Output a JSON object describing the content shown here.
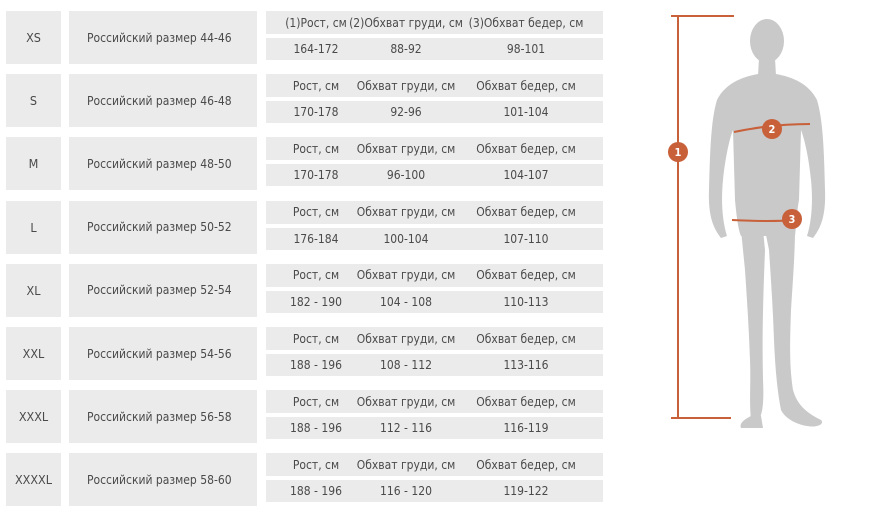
{
  "rows": [
    {
      "size": "XS",
      "ru": "Российский размер 44-46",
      "h1": "(1)Рост, см",
      "h2": "(2)Обхват груди, см",
      "h3": "(3)Обхват бедер, см",
      "v1": "164-172",
      "v2": "88-92",
      "v3": "98-101"
    },
    {
      "size": "S",
      "ru": "Российский размер 46-48",
      "h1": "Рост, см",
      "h2": "Обхват груди, см",
      "h3": "Обхват бедер, см",
      "v1": "170-178",
      "v2": "92-96",
      "v3": "101-104"
    },
    {
      "size": "M",
      "ru": "Российский размер 48-50",
      "h1": "Рост, см",
      "h2": "Обхват груди, см",
      "h3": "Обхват бедер, см",
      "v1": "170-178",
      "v2": "96-100",
      "v3": "104-107"
    },
    {
      "size": "L",
      "ru": "Российский размер 50-52",
      "h1": "Рост, см",
      "h2": "Обхват груди, см",
      "h3": "Обхват бедер, см",
      "v1": "176-184",
      "v2": "100-104",
      "v3": "107-110"
    },
    {
      "size": "XL",
      "ru": "Российский размер 52-54",
      "h1": "Рост, см",
      "h2": "Обхват груди, см",
      "h3": "Обхват бедер, см",
      "v1": "182 - 190",
      "v2": "104 - 108",
      "v3": "110-113"
    },
    {
      "size": "XXL",
      "ru": "Российский размер 54-56",
      "h1": "Рост, см",
      "h2": "Обхват груди, см",
      "h3": "Обхват бедер, см",
      "v1": "188 - 196",
      "v2": "108 - 112",
      "v3": "113-116"
    },
    {
      "size": "XXXL",
      "ru": "Российский размер 56-58",
      "h1": "Рост, см",
      "h2": "Обхват груди, см",
      "h3": "Обхват бедер, см",
      "v1": "188 - 196",
      "v2": "112 - 116",
      "v3": "116-119"
    },
    {
      "size": "XXXXL",
      "ru": "Российский размер 58-60",
      "h1": "Рост, см",
      "h2": "Обхват груди, см",
      "h3": "Обхват бедер, см",
      "v1": "188 - 196",
      "v2": "116 - 120",
      "v3": "119-122"
    }
  ],
  "figure": {
    "markers": [
      "1",
      "2",
      "3"
    ],
    "accent_color": "#c8603a",
    "silhouette_color": "#c9c9c9"
  }
}
